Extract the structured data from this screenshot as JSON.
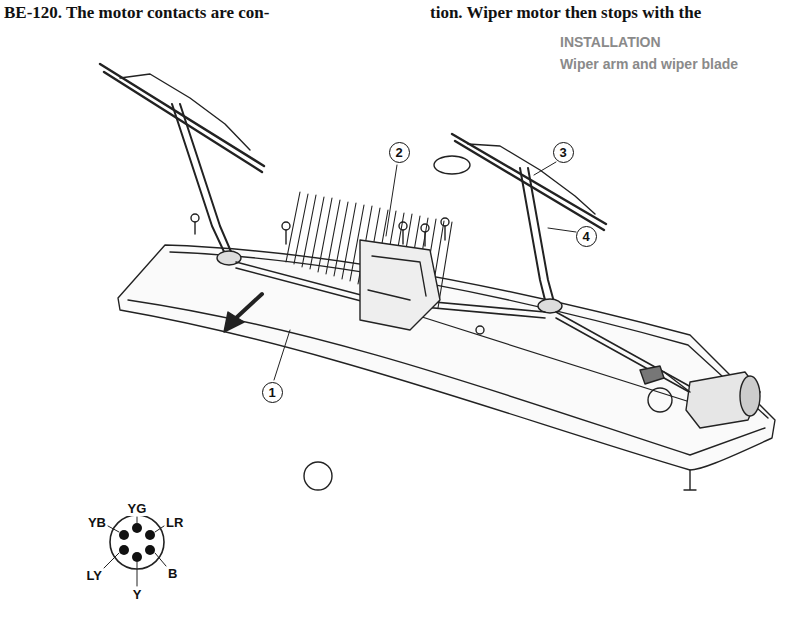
{
  "diagram": {
    "nodes": [
      {
        "text": [
          "1"
        ]
      },
      {
        "text": [
          "2"
        ]
      },
      {
        "text": [
          "3"
        ]
      },
      {
        "text": [
          "4"
        ]
      }
    ],
    "labels": [
      "BE-120. The motor contacts are con-",
      "tion. Wiper motor then stops with the",
      "INSTALLATION",
      "Wiper arm and wiper blade",
      "YG",
      "LR",
      "YB",
      "B",
      "LY",
      "Y"
    ]
  }
}
